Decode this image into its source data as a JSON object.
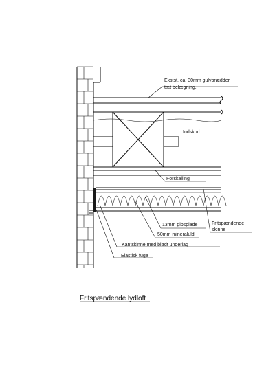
{
  "labels": {
    "floorboards_line1": "Ekstst. ca. 30mm gulvbrædder",
    "floorboards_line2": "tæt belægning.",
    "blocking": "Indskud",
    "batten": "Forskalling",
    "plasterboard": "13mm gipsplade",
    "mineral_wool": "50mm mineraluld",
    "free_rail_line1": "Fritspændende",
    "free_rail_line2": "skinne",
    "edge_rail": "Kantskinne med blødt underlag",
    "elastic_joint": "Elastisk fuge"
  },
  "title": "Fritspændende lydloft",
  "colors": {
    "stroke": "#111111",
    "fill": "#1a1a1a"
  }
}
